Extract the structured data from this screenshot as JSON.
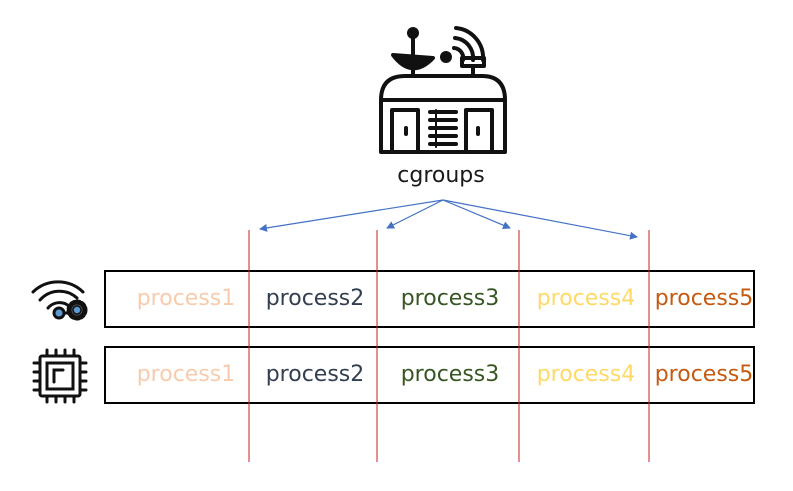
{
  "title": "cgroups",
  "colors": {
    "divider": "#cc1f1f",
    "arrow": "#4472c4",
    "outline": "#000000",
    "process1": "#f8cbad",
    "process2": "#333f50",
    "process3": "#375623",
    "process4": "#ffd966",
    "process5": "#c55a11"
  },
  "icons": {
    "top": "satellite-station-icon",
    "row1": "network-settings-icon",
    "row2": "cpu-chip-icon"
  },
  "rows": [
    {
      "name": "network",
      "processes": [
        "process1",
        "process2",
        "process3",
        "process4",
        "process5"
      ]
    },
    {
      "name": "cpu",
      "processes": [
        "process1",
        "process2",
        "process3",
        "process4",
        "process5"
      ]
    }
  ]
}
